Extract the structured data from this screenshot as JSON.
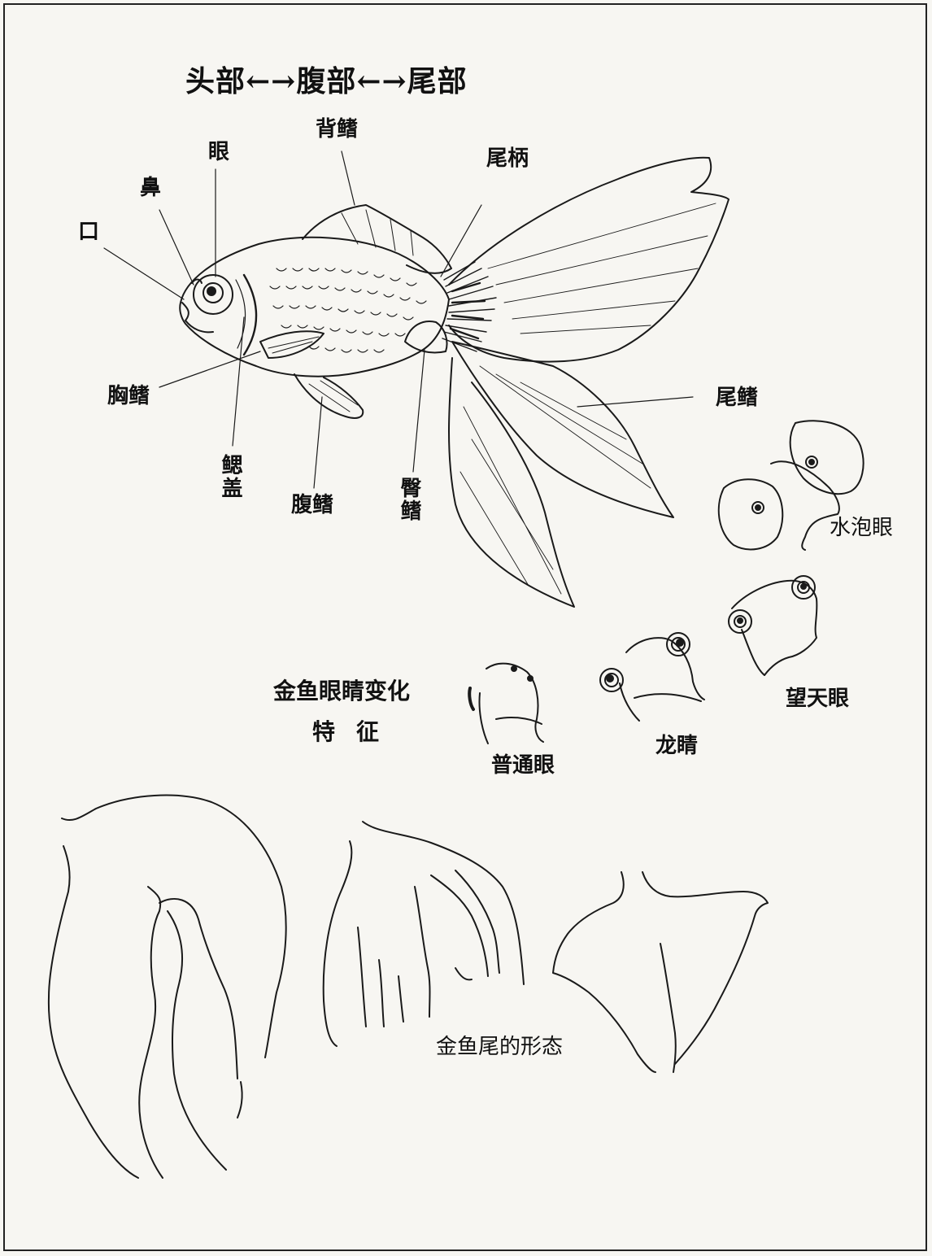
{
  "header": {
    "title": "头部←→腹部←→尾部"
  },
  "fish_parts": {
    "mouth": "口",
    "nose": "鼻",
    "eye": "眼",
    "dorsal_fin": "背鳍",
    "caudal_peduncle": "尾柄",
    "pectoral_fin": "胸鳍",
    "gill_cover": "鳃盖",
    "pelvic_fin": "腹鳍",
    "anal_fin": "臀鳍",
    "caudal_fin": "尾鳍"
  },
  "eye_section": {
    "title_line1": "金鱼眼睛变化",
    "title_line2": "特征",
    "types": {
      "bubble_eye": "水泡眼",
      "celestial_eye": "望天眼",
      "dragon_eye": "龙睛",
      "normal_eye": "普通眼"
    }
  },
  "tail_section": {
    "caption": "金鱼尾的形态"
  },
  "colors": {
    "ink": "#111111",
    "paper": "#f7f6f2"
  }
}
